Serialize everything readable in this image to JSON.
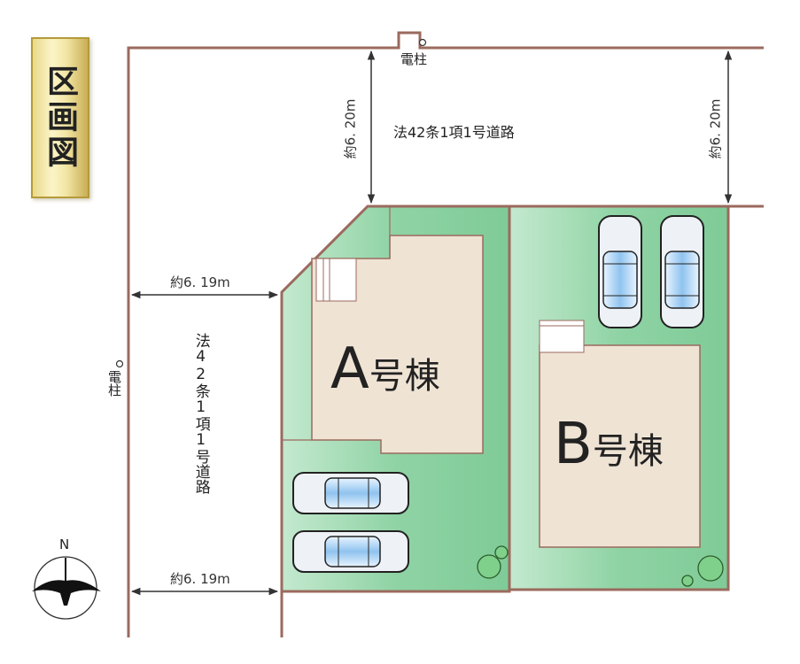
{
  "title": "区画図",
  "roads": {
    "north_road_label": "法42条1項1号道路",
    "west_road_label": "法42条1項1号道路"
  },
  "utility_poles": {
    "north_label": "電柱",
    "west_label": "電柱"
  },
  "dimensions": {
    "north_road_width_left": "約6. 20m",
    "north_road_width_right": "約6. 20m",
    "west_road_width_upper": "約6. 19m",
    "west_road_width_lower": "約6. 19m"
  },
  "lots": [
    {
      "letter": "A",
      "suffix": "号棟",
      "parking_spaces": 2
    },
    {
      "letter": "B",
      "suffix": "号棟",
      "parking_spaces": 2
    }
  ],
  "compass": {
    "label": "N"
  },
  "colors": {
    "boundary": "#9b6a5e",
    "lawn": "#8fd3a4",
    "house": "#efe3d4",
    "title_gold": "#e9d98a"
  }
}
